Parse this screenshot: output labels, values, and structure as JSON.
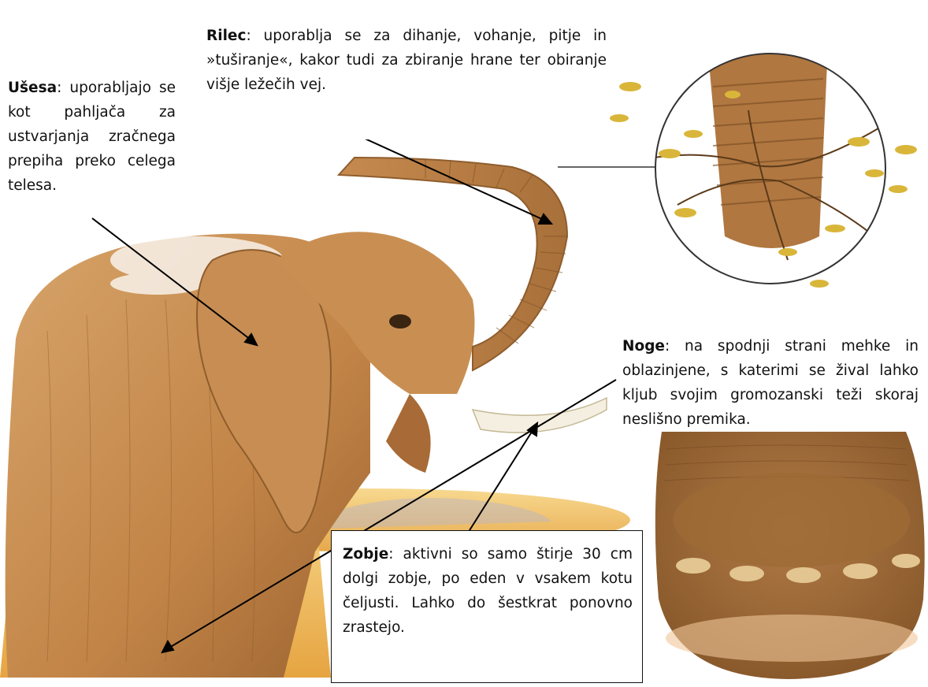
{
  "labels": {
    "usesa": {
      "term": "Ušesa",
      "text": ": uporabljajo se kot pahljača za ustvarjanja zračnega prepiha preko celega telesa."
    },
    "rilec": {
      "term": "Rilec",
      "text": ": uporablja se za dihanje, vohanje, pitje in »tuširanje«, kakor tudi za zbiranje hrane ter obiranje višje ležečih vej."
    },
    "noge": {
      "term": "Noge",
      "text": ": na spodnji strani mehke in oblazinjene, s katerimi se žival lahko kljub svojim gromozanski teži skoraj neslišno premika."
    },
    "zobje": {
      "term": "Zobje",
      "text": ": aktivni so samo štirje 30 cm dolgi zobje, po eden v vsakem kotu čeljusti. Lahko do šestkrat ponovno zrastejo."
    }
  },
  "colors": {
    "skin": "#c98f52",
    "skin_dark": "#9a6a35",
    "skin_light": "#e2b07a",
    "grass": "#e8a93a",
    "leaf": "#d9b63a",
    "tusk": "#f4efe1"
  }
}
